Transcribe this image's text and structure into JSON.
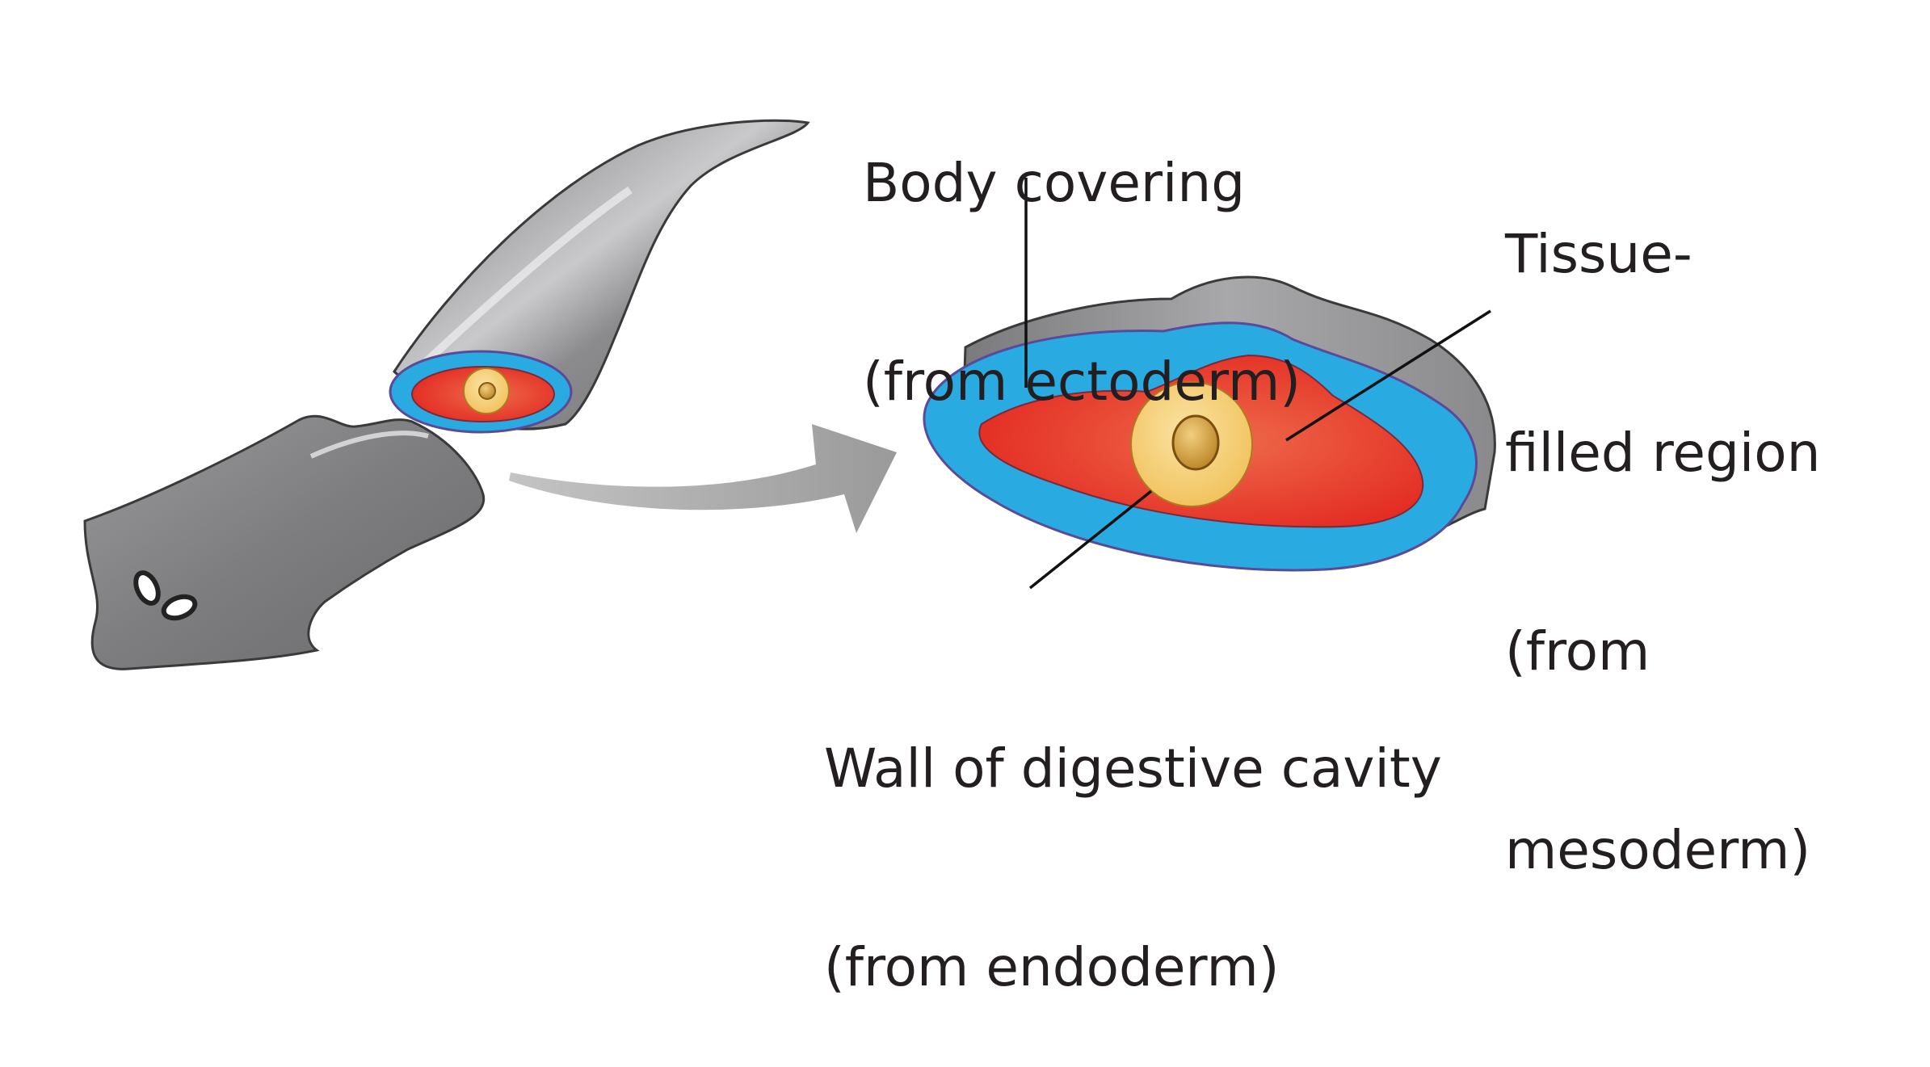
{
  "diagram": {
    "labels": {
      "body_covering": {
        "line1": "Body covering",
        "line2": "(from ectoderm)"
      },
      "tissue_filled": {
        "line1": "Tissue-",
        "line2": "filled region",
        "line3": "(from",
        "line4": "mesoderm)"
      },
      "digestive_wall": {
        "line1": "Wall of digestive cavity",
        "line2": "(from endoderm)"
      }
    },
    "colors": {
      "body": "#8a8a8c",
      "body_highlight": "#d8d8da",
      "ectoderm": "#29abe2",
      "mesoderm": "#e8352b",
      "endoderm": "#f7d27a",
      "cavity": "#c8922e",
      "arrow": "#9b9b9b",
      "text": "#231f20"
    }
  }
}
